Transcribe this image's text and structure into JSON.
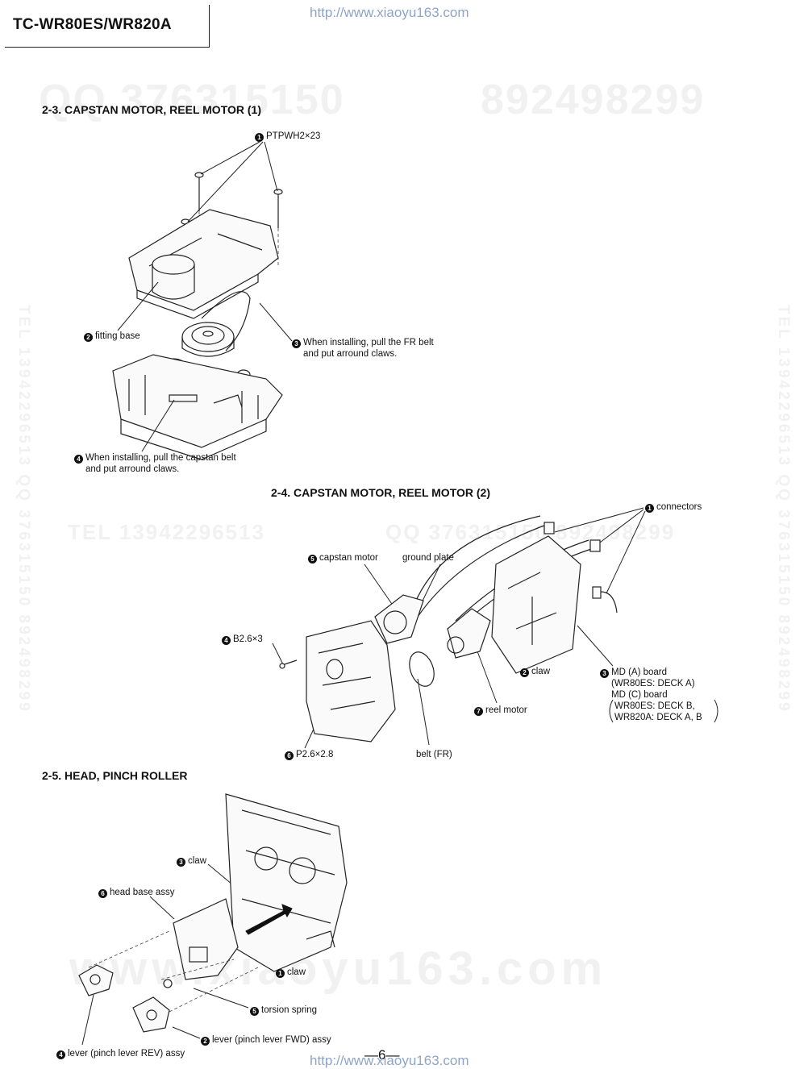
{
  "header": {
    "model": "TC-WR80ES/WR820A"
  },
  "urls": {
    "top": "http://www.xiaoyu163.com",
    "bottom": "http://www.xiaoyu163.com"
  },
  "watermarks": {
    "qq_top_a": "QQ 376315150",
    "qq_top_b": "892498299",
    "tel_mid": "TEL 13942296513",
    "qq_mid": "QQ 376315150 892498299",
    "vert_left": "TEL 13942296513 QQ 376315150 892498299",
    "vert_right": "TEL 13942296513 QQ 376315150 892498299",
    "site_big": "www.xiaoyu163.com"
  },
  "sections": {
    "s23": {
      "title": "2-3.  CAPSTAN MOTOR, REEL MOTOR (1)",
      "callouts": {
        "screw": {
          "num": "1",
          "text": "PTPWH2×23"
        },
        "fitting": {
          "num": "2",
          "text": "fitting base"
        },
        "frbelt": {
          "num": "3",
          "line1": "When installing, pull the FR belt",
          "line2": "and put arround claws."
        },
        "capbelt": {
          "num": "4",
          "line1": "When installing, pull the capstan belt",
          "line2": "and put arround claws."
        }
      }
    },
    "s24": {
      "title": "2-4.  CAPSTAN MOTOR, REEL MOTOR (2)",
      "callouts": {
        "connectors": {
          "num": "1",
          "text": "connectors"
        },
        "capmotor": {
          "num": "5",
          "text": "capstan motor"
        },
        "ground": {
          "text": "ground plate"
        },
        "screw": {
          "num": "4",
          "text": "B2.6×3"
        },
        "claw": {
          "num": "2",
          "text": "claw"
        },
        "mdboard": {
          "num": "3",
          "line1": "MD (A) board",
          "line2": "(WR80ES: DECK A)",
          "line3": "MD (C) board",
          "line4": "WR80ES: DECK B,",
          "line5": "WR820A: DECK A, B"
        },
        "reel": {
          "num": "7",
          "text": "reel motor"
        },
        "p26": {
          "num": "6",
          "text": "P2.6×2.8"
        },
        "belt": {
          "text": "belt (FR)"
        }
      }
    },
    "s25": {
      "title": "2-5.  HEAD, PINCH ROLLER",
      "callouts": {
        "claw3": {
          "num": "3",
          "text": "claw"
        },
        "headbase": {
          "num": "6",
          "text": "head base assy"
        },
        "claw1": {
          "num": "1",
          "text": "claw"
        },
        "torsion": {
          "num": "5",
          "text": "torsion spring"
        },
        "leverfwd": {
          "num": "2",
          "text": "lever (pinch lever FWD) assy"
        },
        "leverrev": {
          "num": "4",
          "text": "lever (pinch lever REV) assy"
        }
      }
    }
  },
  "page": {
    "number": "—6—"
  }
}
